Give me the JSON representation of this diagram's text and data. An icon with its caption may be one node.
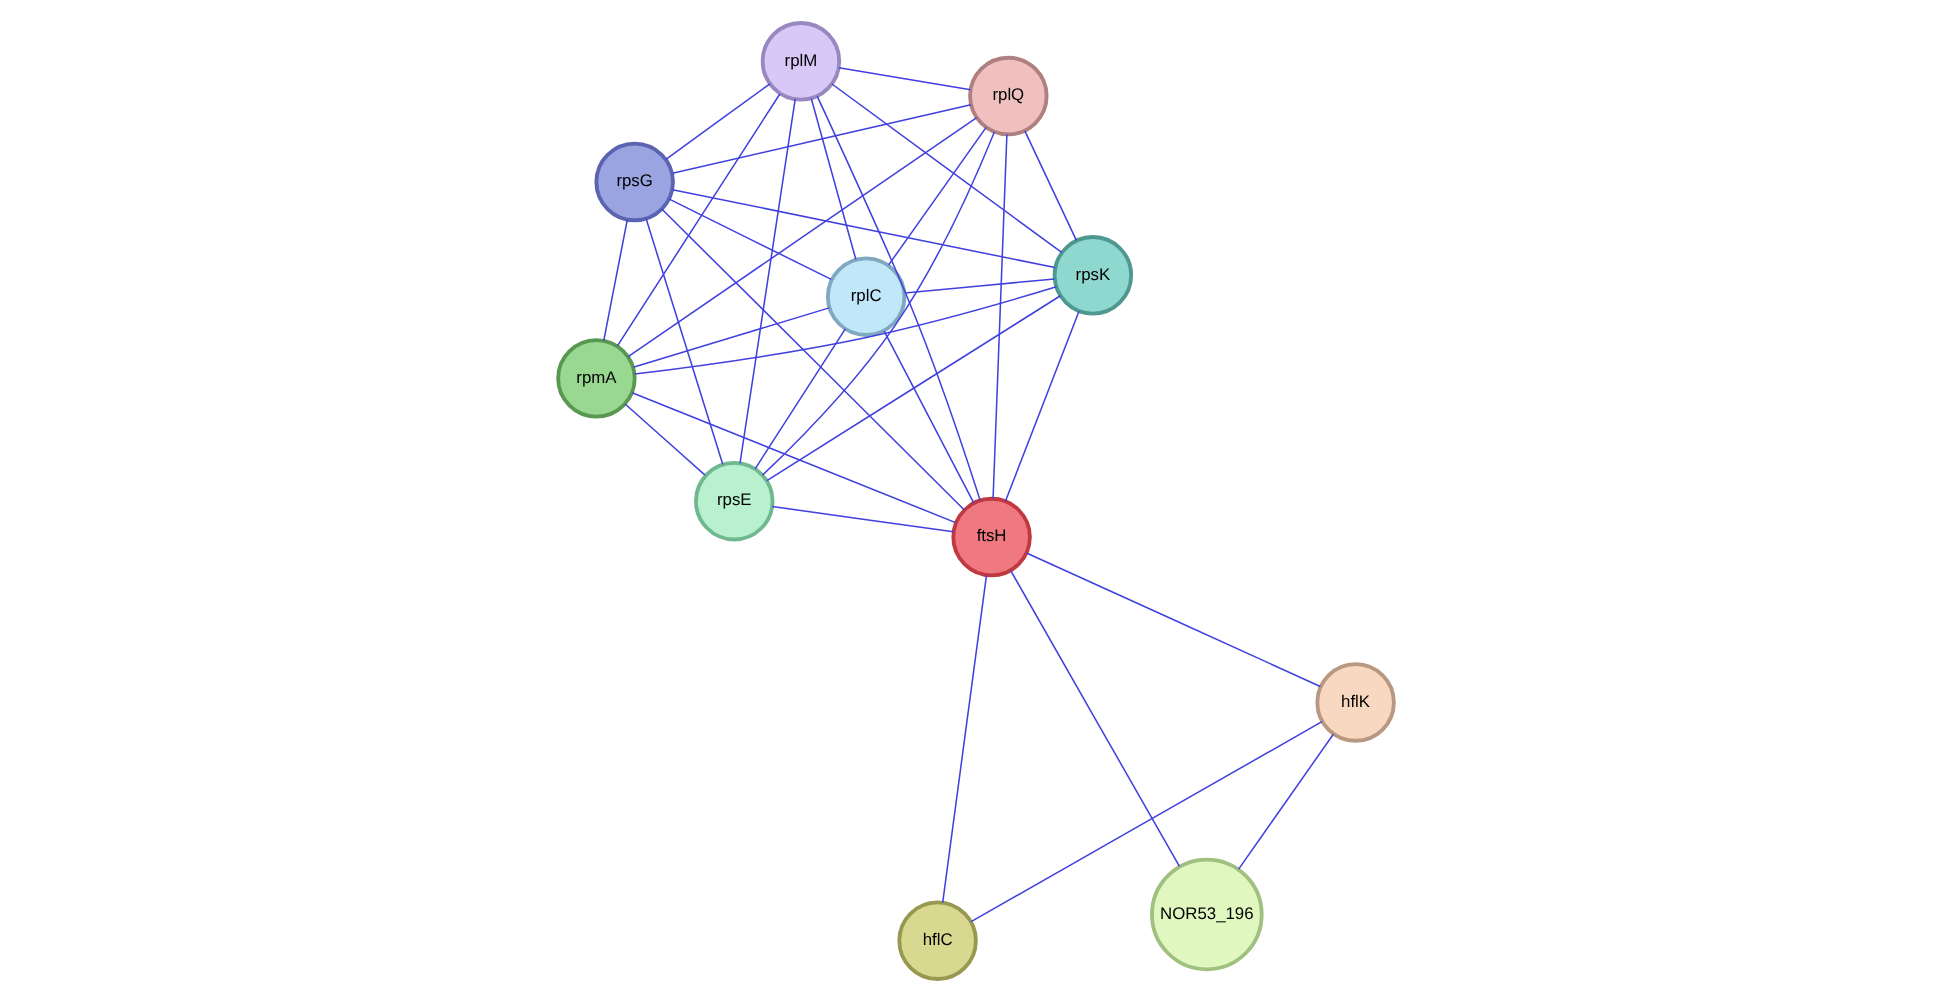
{
  "diagram": {
    "nodes": [
      {
        "text": [
          "rpsG"
        ]
      },
      {
        "text": [
          "rpsK"
        ]
      },
      {
        "text": [
          "rpsE"
        ]
      },
      {
        "text": [
          "rplM"
        ]
      },
      {
        "text": [
          "rplQ"
        ]
      },
      {
        "text": [
          "rplC"
        ]
      },
      {
        "text": [
          "rpmA"
        ]
      },
      {
        "text": [
          "ftsH"
        ]
      },
      {
        "text": [
          "hflC"
        ]
      },
      {
        "text": [
          "hflK"
        ]
      },
      {
        "text": [
          "NOR53_196"
        ]
      }
    ],
    "edges": [
      {
        "from": 0,
        "to": 1,
        "arrow": "none"
      },
      {
        "from": 0,
        "to": 2,
        "arrow": "none"
      },
      {
        "from": 0,
        "to": 3,
        "arrow": "none"
      },
      {
        "from": 0,
        "to": 4,
        "arrow": "none"
      },
      {
        "from": 0,
        "to": 5,
        "arrow": "none"
      },
      {
        "from": 0,
        "to": 6,
        "arrow": "none"
      },
      {
        "from": 0,
        "to": 7,
        "arrow": "none"
      },
      {
        "from": 1,
        "to": 2,
        "arrow": "none"
      },
      {
        "from": 1,
        "to": 3,
        "arrow": "none"
      },
      {
        "from": 1,
        "to": 4,
        "arrow": "none"
      },
      {
        "from": 1,
        "to": 5,
        "arrow": "none"
      },
      {
        "from": 1,
        "to": 6,
        "arrow": "none"
      },
      {
        "from": 1,
        "to": 7,
        "arrow": "none"
      },
      {
        "from": 2,
        "to": 3,
        "arrow": "none"
      },
      {
        "from": 2,
        "to": 4,
        "arrow": "none"
      },
      {
        "from": 2,
        "to": 5,
        "arrow": "none"
      },
      {
        "from": 2,
        "to": 6,
        "arrow": "none"
      },
      {
        "from": 2,
        "to": 7,
        "arrow": "none"
      },
      {
        "from": 3,
        "to": 4,
        "arrow": "none"
      },
      {
        "from": 3,
        "to": 5,
        "arrow": "none"
      },
      {
        "from": 3,
        "to": 6,
        "arrow": "none"
      },
      {
        "from": 3,
        "to": 7,
        "arrow": "none"
      },
      {
        "from": 4,
        "to": 5,
        "arrow": "none"
      },
      {
        "from": 4,
        "to": 6,
        "arrow": "none"
      },
      {
        "from": 4,
        "to": 7,
        "arrow": "none"
      },
      {
        "from": 5,
        "to": 6,
        "arrow": "none"
      },
      {
        "from": 5,
        "to": 7,
        "arrow": "none"
      },
      {
        "from": 6,
        "to": 7,
        "arrow": "none"
      },
      {
        "from": 7,
        "to": 8,
        "arrow": "none"
      },
      {
        "from": 7,
        "to": 9,
        "arrow": "none"
      },
      {
        "from": 7,
        "to": 10,
        "arrow": "none"
      },
      {
        "from": 8,
        "to": 9,
        "arrow": "none"
      },
      {
        "from": 9,
        "to": 10,
        "arrow": "none"
      }
    ]
  }
}
